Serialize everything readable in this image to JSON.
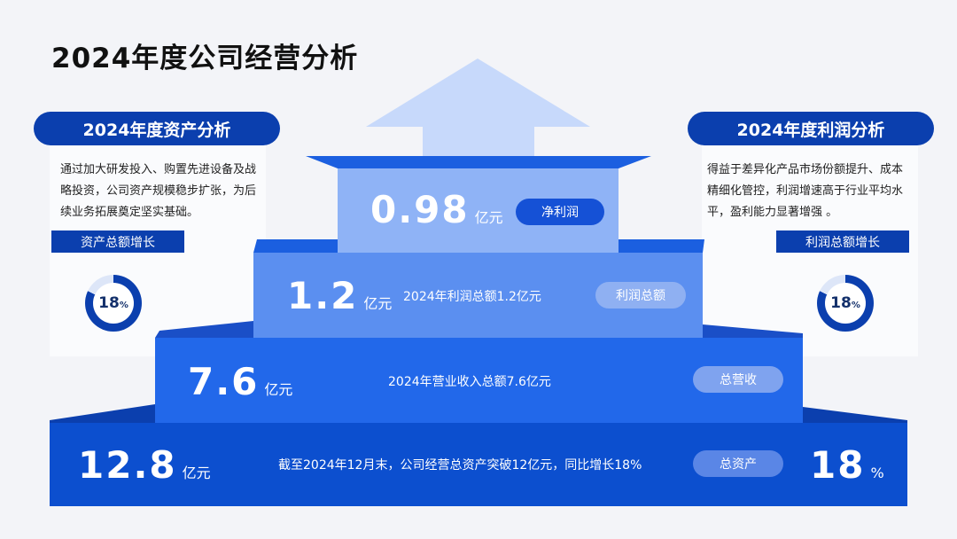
{
  "title": "2024年度公司经营分析",
  "left_panel": {
    "heading": "2024年度资产分析",
    "text": "通过加大研发投入、购置先进设备及战略投资，公司资产规模稳步扩张，为后续业务拓展奠定坚实基础。",
    "tag": "资产总额增长",
    "percent": "18",
    "percent_sign": "%",
    "percent_value": 18
  },
  "right_panel": {
    "heading": "2024年度利润分析",
    "text": "得益于差异化产品市场份额提升、成本精细化管控，利润增速高于行业平均水平，盈利能力显著增强 。",
    "tag": "利润总额增长",
    "percent": "18",
    "percent_sign": "%",
    "percent_value": 18
  },
  "tiers": {
    "net_profit": {
      "value": "0.98",
      "unit": "亿元",
      "tag": "净利润"
    },
    "profit": {
      "value": "1.2",
      "unit": "亿元",
      "desc": "2024年利润总额1.2亿元",
      "tag": "利润总额"
    },
    "revenue": {
      "value": "7.6",
      "unit": "亿元",
      "desc": "2024年营业收入总额7.6亿元",
      "tag": "总营收"
    },
    "assets": {
      "value": "12.8",
      "unit": "亿元",
      "desc": "截至2024年12月末，公司经营总资产突破12亿元，同比增长18%",
      "tag": "总资产",
      "growth": "18",
      "growth_sign": "%"
    }
  },
  "colors": {
    "brand": "#0b3fae",
    "ring_track": "#dde6f8",
    "tier1": "#8fb3f6",
    "tier2": "#5b8ff0",
    "tier3": "#2268ea",
    "tier4": "#0c4fcf",
    "arrow": "#c7d9fb"
  }
}
